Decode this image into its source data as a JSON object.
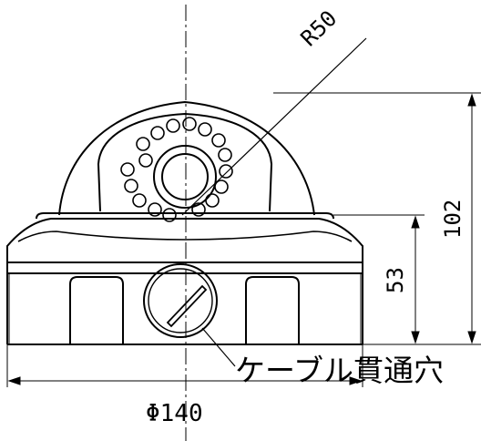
{
  "drawing": {
    "dimensions": {
      "radius": "R50",
      "total_height": "102",
      "base_height": "53",
      "diameter": "Φ140"
    },
    "callouts": {
      "cable_hole": "ケーブル貫通穴"
    }
  }
}
